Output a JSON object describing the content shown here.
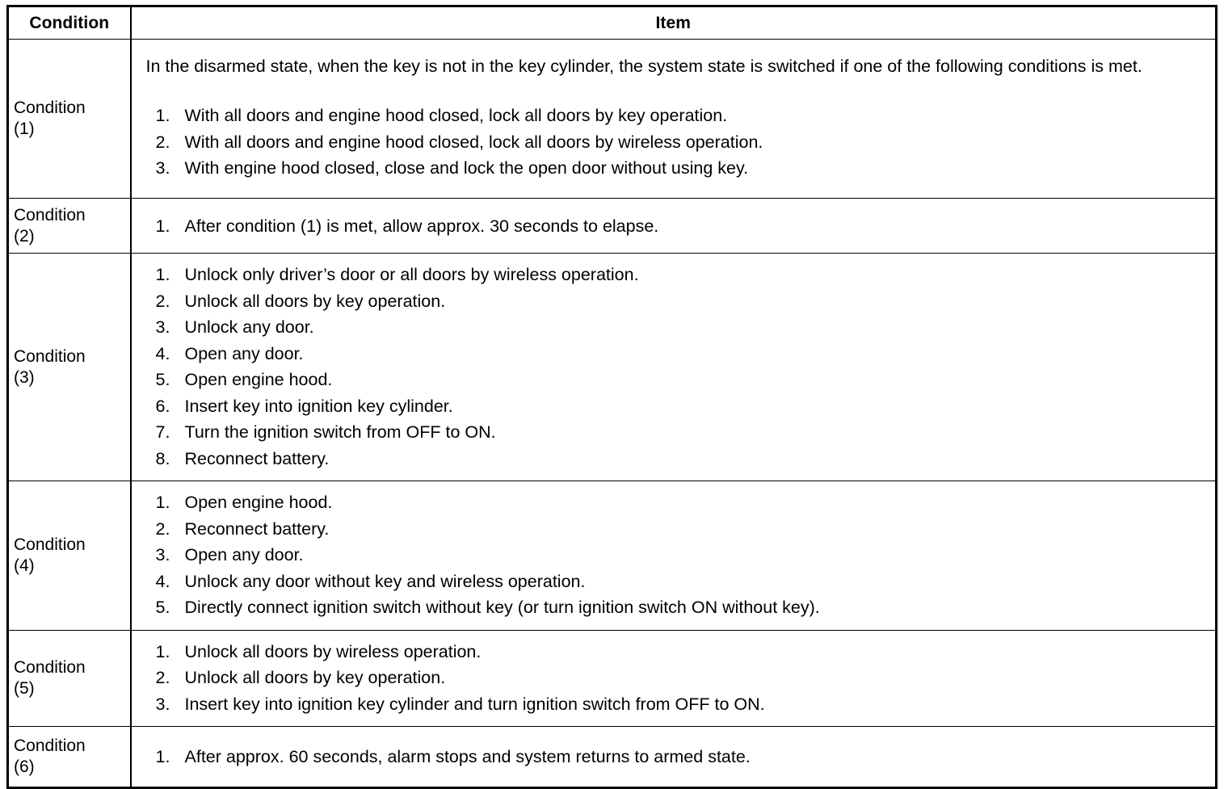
{
  "table": {
    "headers": {
      "condition": "Condition",
      "item": "Item"
    },
    "rows": [
      {
        "condition": "Condition\n(1)",
        "intro": "In the disarmed state, when the key is not in the key cylinder, the system state is switched if one of the following conditions is met.",
        "steps": [
          "With all doors and engine hood closed, lock all doors by key operation.",
          "With all doors and engine hood closed, lock all doors by wireless operation.",
          "With engine hood closed, close and lock the open door without using key."
        ]
      },
      {
        "condition": "Condition\n(2)",
        "intro": "",
        "steps": [
          "After condition (1) is met, allow approx. 30 seconds to elapse."
        ]
      },
      {
        "condition": "Condition\n(3)",
        "intro": "",
        "steps": [
          "Unlock only driver’s door or all doors by wireless operation.",
          "Unlock all doors by key operation.",
          "Unlock any door.",
          "Open any door.",
          "Open engine hood.",
          "Insert key into ignition key cylinder.",
          "Turn the ignition switch from OFF to ON.",
          "Reconnect battery."
        ]
      },
      {
        "condition": "Condition\n(4)",
        "intro": "",
        "steps": [
          "Open engine hood.",
          "Reconnect battery.",
          "Open any door.",
          "Unlock any door without key and wireless operation.",
          "Directly connect ignition switch without key (or turn ignition switch ON without key)."
        ]
      },
      {
        "condition": "Condition\n(5)",
        "intro": "",
        "steps": [
          "Unlock all doors by wireless operation.",
          "Unlock all doors by key operation.",
          "Insert key into ignition key cylinder and turn ignition switch from OFF to ON."
        ]
      },
      {
        "condition": "Condition\n(6)",
        "intro": "",
        "steps": [
          "After approx. 60 seconds, alarm stops and system returns to armed state."
        ]
      }
    ],
    "numbering": [
      "1.",
      "2.",
      "3.",
      "4.",
      "5.",
      "6.",
      "7.",
      "8."
    ]
  }
}
